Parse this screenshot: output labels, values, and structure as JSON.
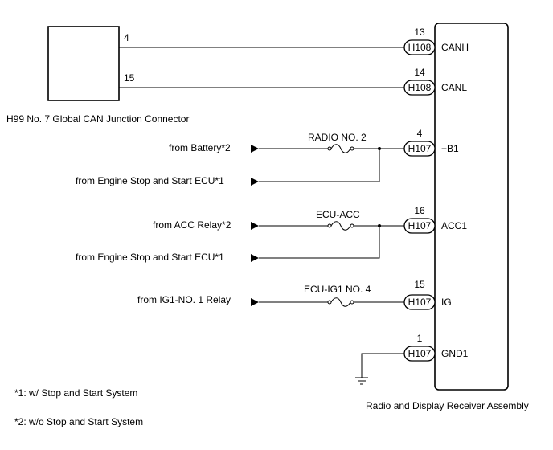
{
  "junction_connector": {
    "label": "H99  No. 7 Global CAN Junction Connector",
    "pin_canh": "4",
    "pin_canl": "15"
  },
  "receiver": {
    "label": "Radio and Display Receiver Assembly",
    "pins": [
      {
        "connector": "H108",
        "pin": "13",
        "name": "CANH"
      },
      {
        "connector": "H108",
        "pin": "14",
        "name": "CANL"
      },
      {
        "connector": "H107",
        "pin": "4",
        "name": "+B1"
      },
      {
        "connector": "H107",
        "pin": "16",
        "name": "ACC1"
      },
      {
        "connector": "H107",
        "pin": "15",
        "name": "IG"
      },
      {
        "connector": "H107",
        "pin": "1",
        "name": "GND1"
      }
    ]
  },
  "fuses": [
    "RADIO NO. 2",
    "ECU-ACC",
    "ECU-IG1 NO. 4"
  ],
  "sources": [
    "from Battery*2",
    "from Engine Stop and Start ECU*1",
    "from ACC Relay*2",
    "from Engine Stop and Start ECU*1",
    "from IG1-NO. 1 Relay"
  ],
  "notes": [
    "*1: w/ Stop and Start System",
    "*2: w/o Stop and Start System"
  ]
}
